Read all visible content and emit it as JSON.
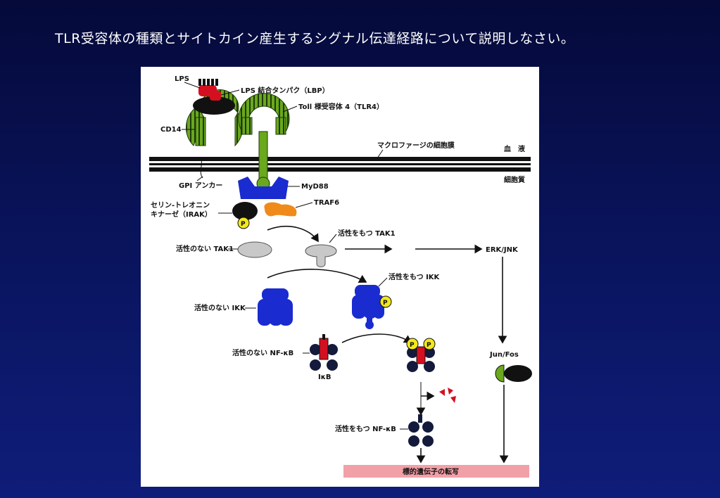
{
  "slide": {
    "title": "TLR受容体の種類とサイトカイン産生するシグナル伝達経路について説明しなさい。"
  },
  "diagram": {
    "labels": {
      "lps": "LPS",
      "lbp": "LPS 結合タンパク（LBP）",
      "tlr4": "Toll 様受容体 4（TLR4）",
      "cd14": "CD14",
      "membrane": "マクロファージの細胞膜",
      "blood": "血　液",
      "cytoplasm": "細胞質",
      "gpi": "GPI アンカー",
      "myd88": "MyD88",
      "irak_line1": "セリン-トレオニン",
      "irak_line2": "キナーゼ（IRAK）",
      "traf6": "TRAF6",
      "active_tak1": "活性をもつ TAK1",
      "inactive_tak1": "活性のない TAK1",
      "erk_jnk": "ERK/JNK",
      "active_ikk": "活性をもつ IKK",
      "inactive_ikk": "活性のない IKK",
      "inactive_nfkb": "活性のない NF-κB",
      "ikb": "IκB",
      "jun_fos": "Jun/Fos",
      "active_nfkb": "活性をもつ NF-κB",
      "transcription": "標的遺伝子の転写",
      "phospho": "P"
    },
    "colors": {
      "receptor_green": "#6aa81e",
      "myd88_blue": "#1a2bd0",
      "ikk_blue": "#1a2bd0",
      "traf6_orange": "#f08a1a",
      "lbp_red": "#d41020",
      "tak1_gray": "#c8c8c8",
      "nfkb_navy": "#141a3c",
      "p_yellow": "#f2e81a",
      "transcription_pink": "#f2a0a8",
      "membrane_black": "#111111"
    }
  }
}
